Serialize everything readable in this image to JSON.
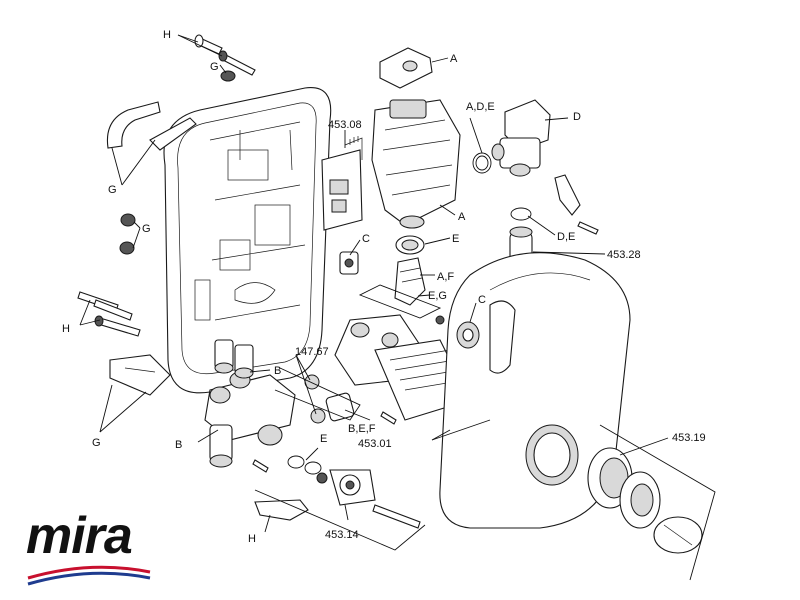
{
  "brand": {
    "logo_text": "mira",
    "swoosh_colors": [
      "#c8102e",
      "#1f3c8f"
    ]
  },
  "labels": {
    "H_top": "H",
    "G_top": "G",
    "A_top": "A",
    "ADE": "A,D,E",
    "D": "D",
    "p453_08": "453.08",
    "G_left": "G",
    "G_mid": "G",
    "A_mid": "A",
    "DE": "D,E",
    "C_mid": "C",
    "E_mid": "E",
    "p453_28": "453.28",
    "AF": "A,F",
    "EG": "E,G",
    "C_right": "C",
    "H_left": "H",
    "p147_67": "147.67",
    "B_top": "B",
    "G_bottom": "G",
    "B_left": "B",
    "BEF": "B,E,F",
    "p453_01": "453.01",
    "E_low": "E",
    "p453_19": "453.19",
    "H_bottom": "H",
    "p453_14": "453.14"
  }
}
